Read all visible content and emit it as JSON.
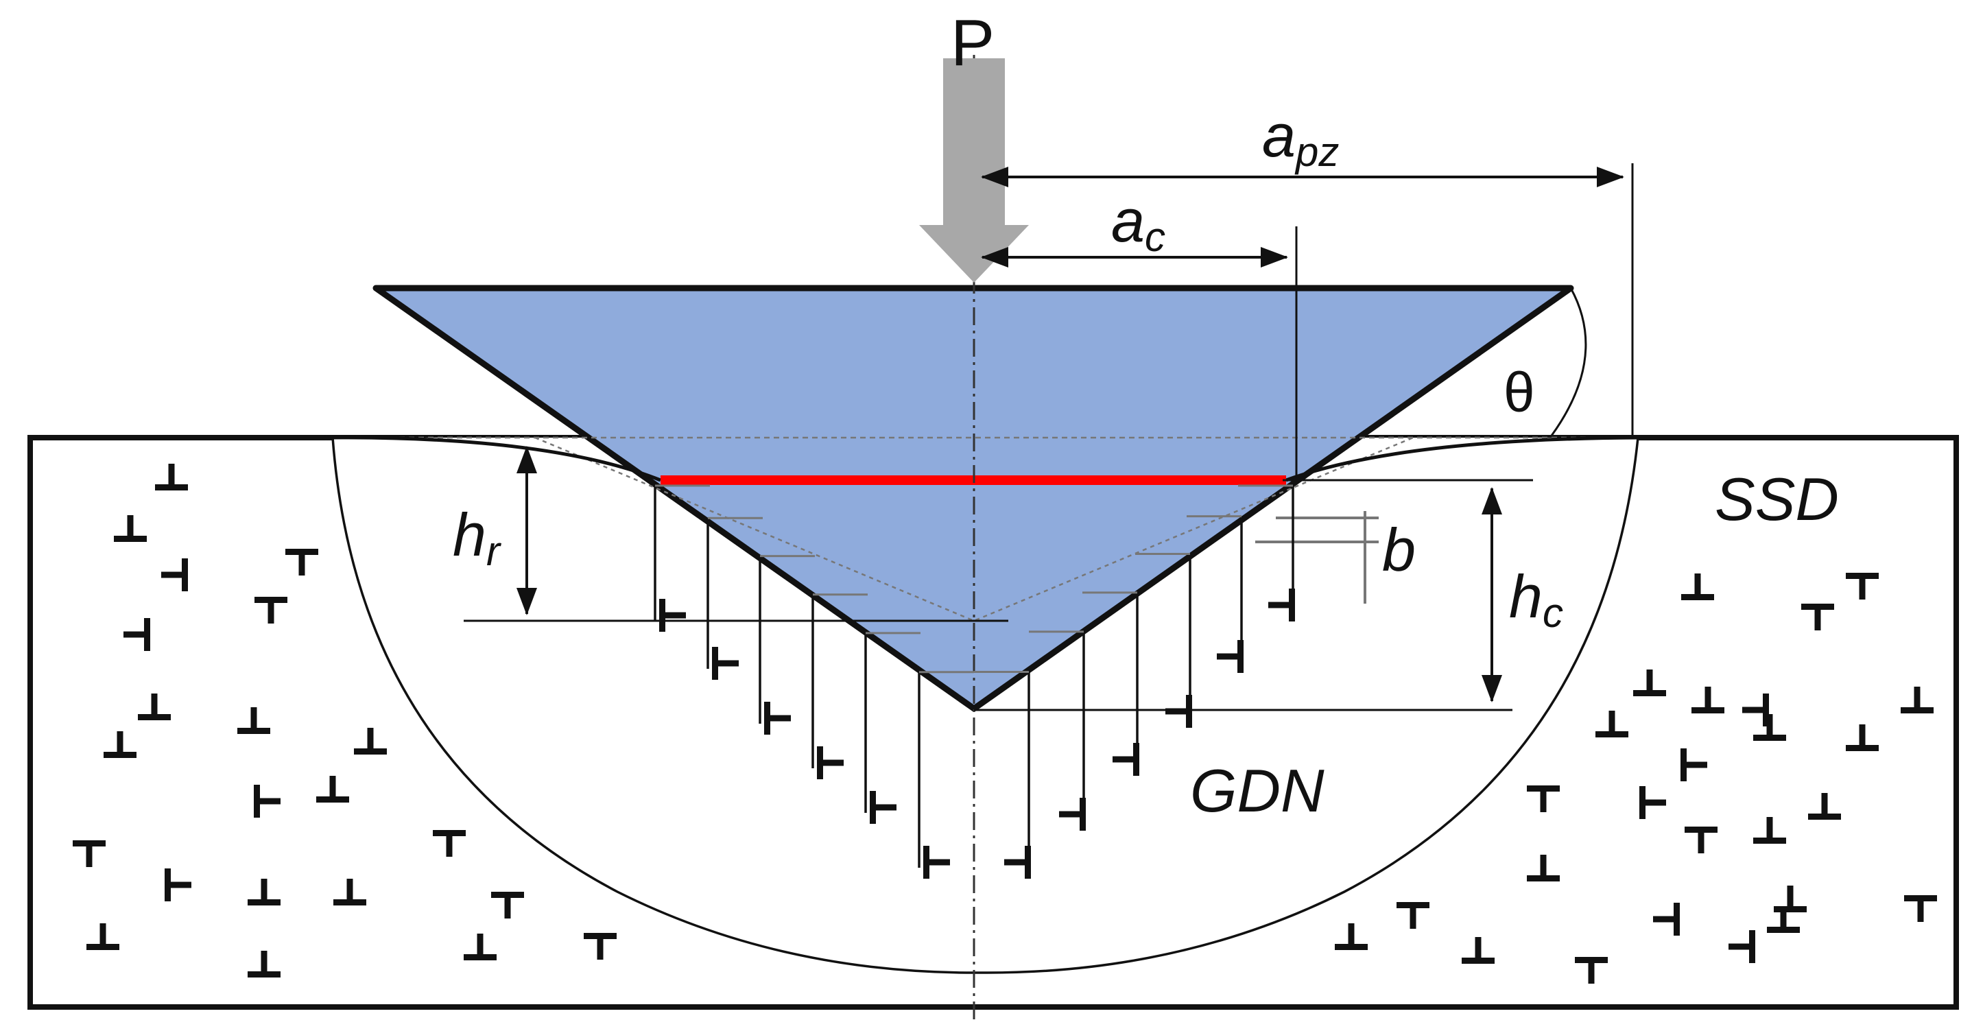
{
  "labels": {
    "load": "P",
    "a_pz_main": "a",
    "a_pz_sub": "pz",
    "a_c_main": "a",
    "a_c_sub": "c",
    "theta": "θ",
    "h_r_main": "h",
    "h_r_sub": "r",
    "h_c_main": "h",
    "h_c_sub": "c",
    "b": "b",
    "ssd": "SSD",
    "gdn": "GDN"
  },
  "colors": {
    "indenter_fill": "#8fabdc",
    "contact_line": "#ff0000",
    "load_arrow": "#a8a8a8",
    "ink": "#111111"
  },
  "symbols": {
    "dislocation_up": "┴",
    "dislocation_down": "┬",
    "dislocation_left": "┤",
    "dislocation_right": "├"
  },
  "icons": {
    "load_arrow": "down-arrow-icon",
    "dislocation": "dislocation-symbol-icon"
  }
}
